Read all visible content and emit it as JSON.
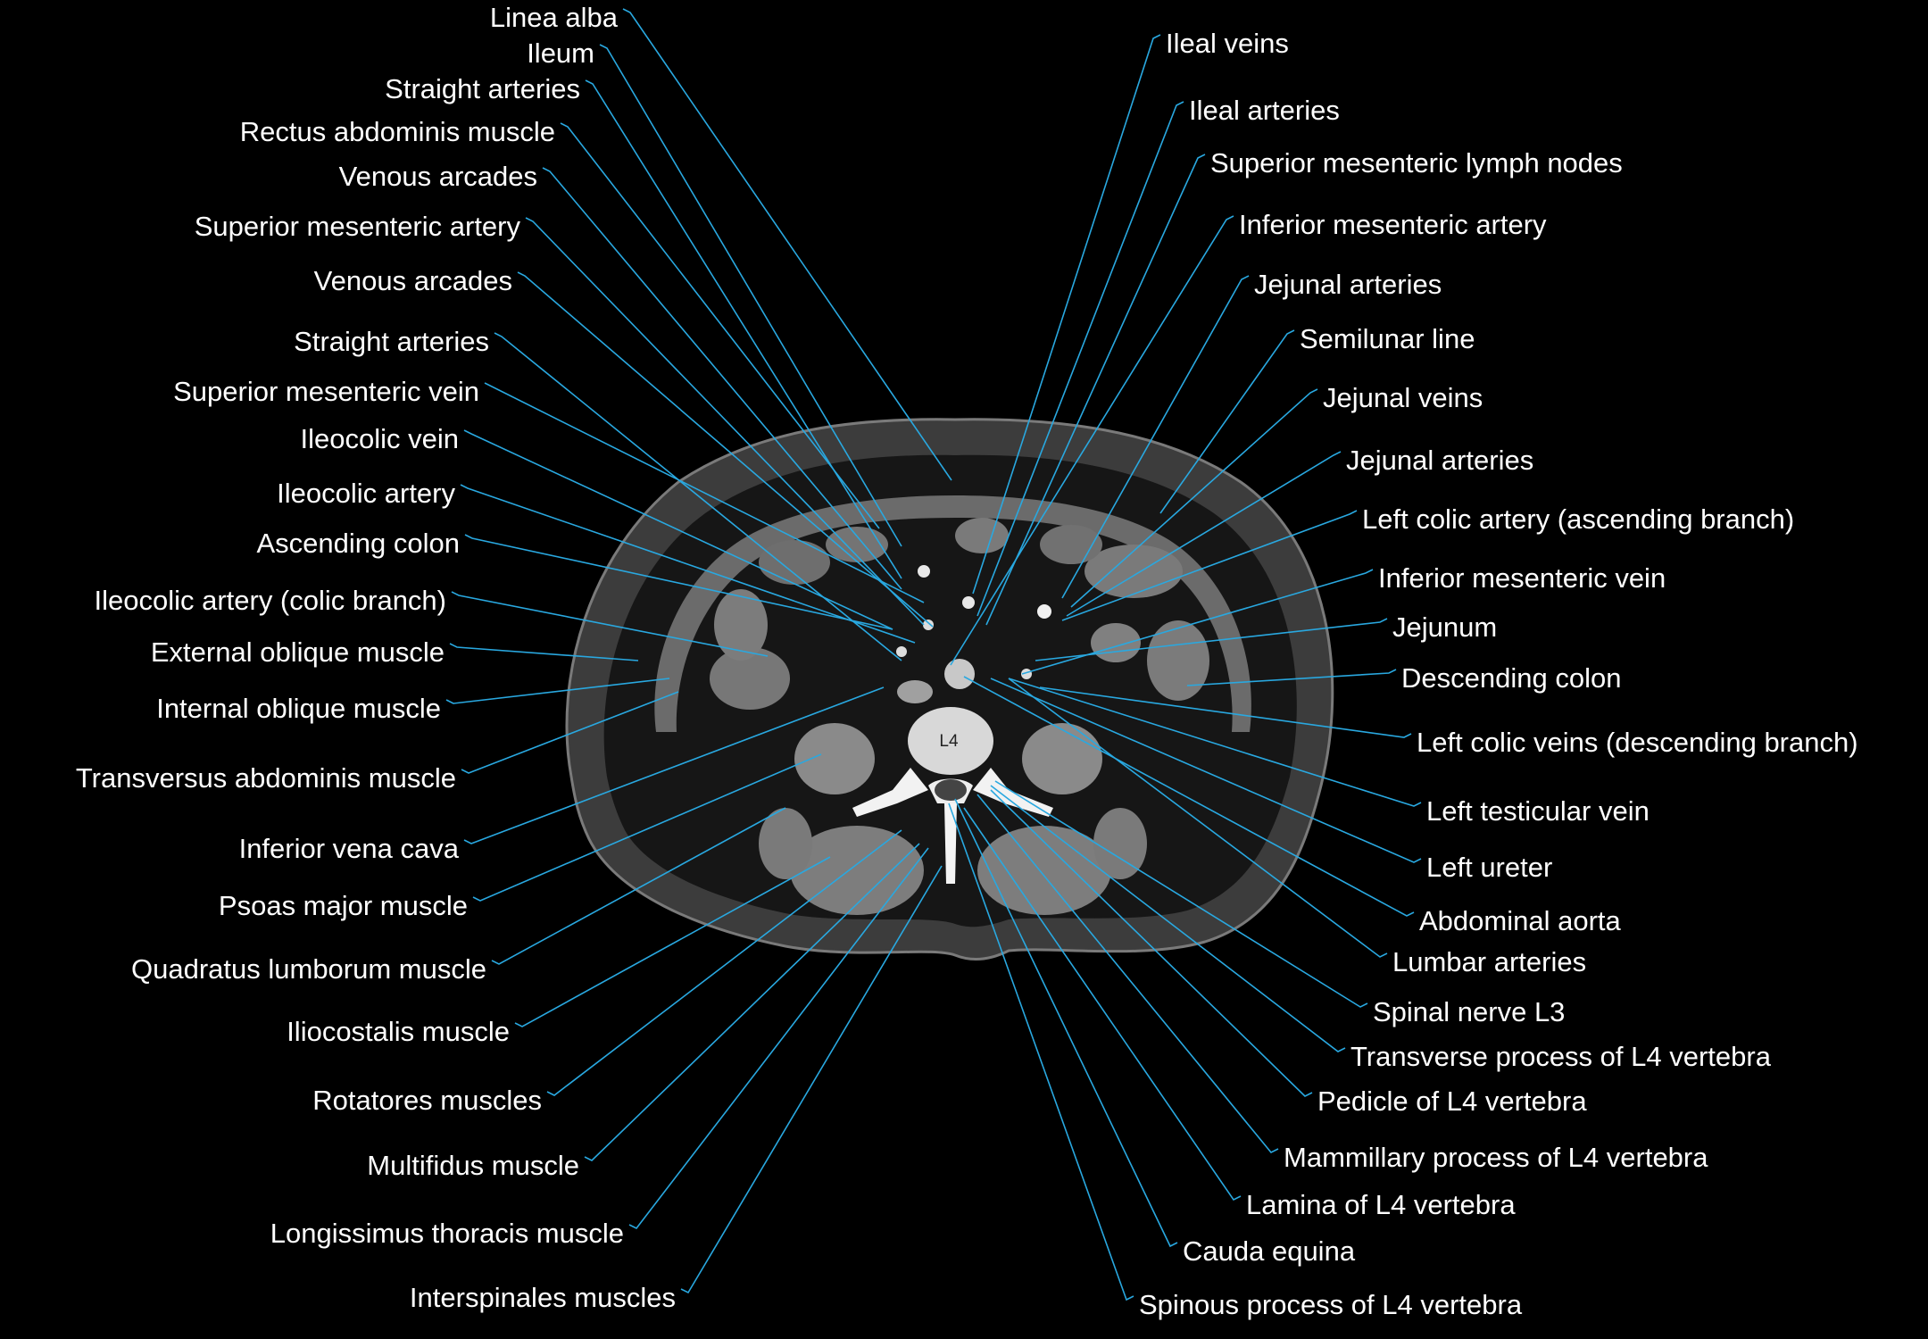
{
  "vertebra_marker": "L4",
  "colors": {
    "leader_line": "#29a8e0",
    "label_text": "#ffffff",
    "background": "#000000"
  },
  "labels_left": [
    "Linea alba",
    "Ileum",
    "Straight arteries",
    "Rectus abdominis muscle",
    "Venous arcades",
    "Superior mesenteric artery",
    "Venous arcades",
    "Straight arteries",
    "Superior mesenteric vein",
    "Ileocolic vein",
    "Ileocolic  artery",
    "Ascending colon",
    "Ileocolic  artery (colic  branch)",
    "External oblique muscle",
    "Internal oblique muscle",
    "Transversus abdominis muscle",
    "Inferior vena cava",
    "Psoas major muscle",
    "Quadratus lumborum muscle",
    "Iliocostalis muscle",
    "Rotatores muscles",
    "Multifidus muscle",
    "Longissimus thoracis muscle",
    "Interspinales muscles"
  ],
  "labels_right": [
    "Ileal veins",
    "Ileal arteries",
    "Superior mesenteric lymph nodes",
    "Inferior mesenteric artery",
    "Jejunal arteries",
    "Semilunar line",
    "Jejunal veins",
    "Jejunal arteries",
    "Left colic  artery (ascending  branch)",
    "Inferior mesenteric vein",
    "Jejunum",
    "Descending colon",
    "Left colic  veins (descending branch)",
    "Left testicular vein",
    "Left ureter",
    "Abdominal aorta",
    "Lumbar arteries",
    "Spinal nerve L3",
    "Transverse process of L4 vertebra",
    "Pedicle of L4 vertebra",
    "Mammillary process of L4 vertebra",
    "Lamina of L4 vertebra",
    "Cauda equina",
    "Spinous process of L4 vertebra"
  ]
}
